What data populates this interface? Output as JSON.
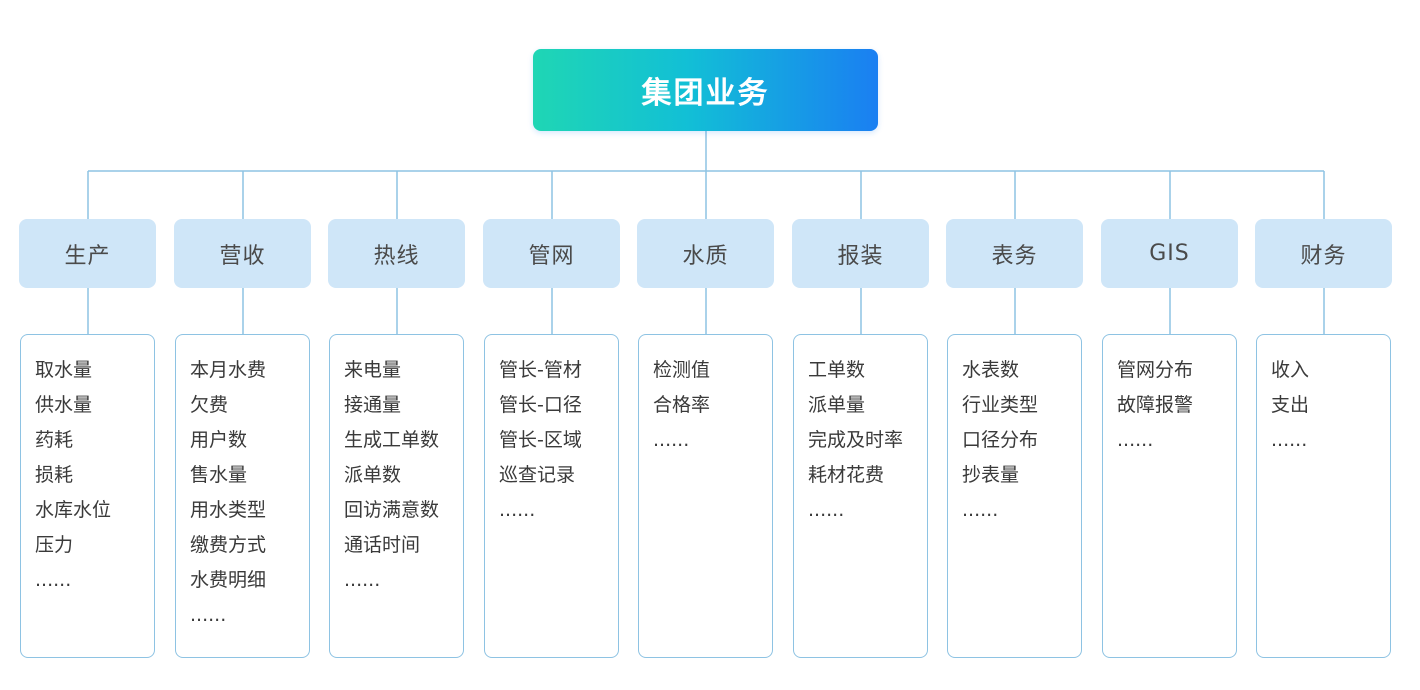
{
  "root": {
    "label": "集团业务"
  },
  "colors": {
    "root_gradient_start": "#1fd6b4",
    "root_gradient_end": "#1a7ff2",
    "category_fill": "#cfe6f8",
    "connector": "#8ec3e3",
    "text": "#3a3a3a"
  },
  "categories": [
    {
      "label": "生产",
      "items": [
        "取水量",
        "供水量",
        "药耗",
        "损耗",
        "水库水位",
        "压力",
        "......"
      ]
    },
    {
      "label": "营收",
      "items": [
        "本月水费",
        "欠费",
        "用户数",
        "售水量",
        "用水类型",
        "缴费方式",
        "水费明细",
        "......"
      ]
    },
    {
      "label": "热线",
      "items": [
        "来电量",
        "接通量",
        "生成工单数",
        "派单数",
        "回访满意数",
        "通话时间",
        "......"
      ]
    },
    {
      "label": "管网",
      "items": [
        "管长-管材",
        "管长-口径",
        "管长-区域",
        "巡查记录",
        "......"
      ]
    },
    {
      "label": "水质",
      "items": [
        "检测值",
        "合格率",
        "......"
      ]
    },
    {
      "label": "报装",
      "items": [
        "工单数",
        "派单量",
        "完成及时率",
        "耗材花费",
        "......"
      ]
    },
    {
      "label": "表务",
      "items": [
        "水表数",
        "行业类型",
        "口径分布",
        "抄表量",
        "......"
      ]
    },
    {
      "label": "GIS",
      "items": [
        "管网分布",
        "故障报警",
        "......"
      ]
    },
    {
      "label": "财务",
      "items": [
        "收入",
        "支出",
        "......"
      ]
    }
  ]
}
